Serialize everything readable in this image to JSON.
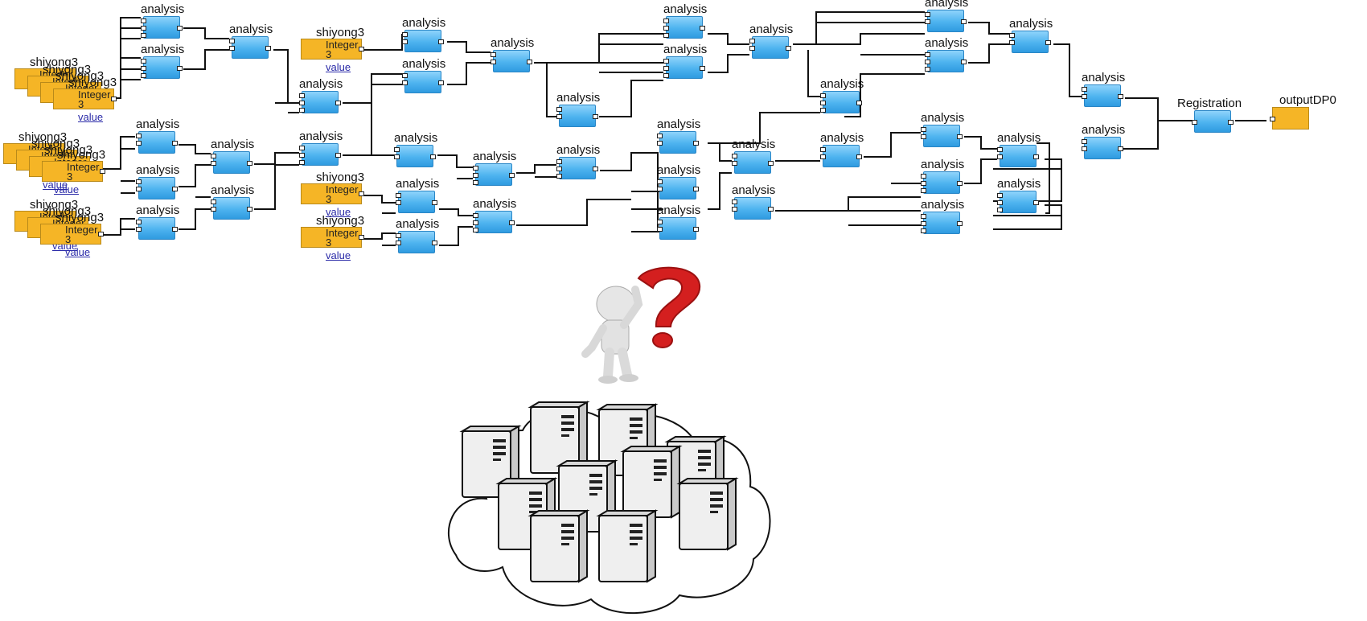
{
  "workflow": {
    "node_label": "analysis",
    "source_caption": "shiyong3",
    "source_type": "Integer",
    "source_value": "3",
    "source_link": "value",
    "registration_label": "Registration",
    "output_label": "outputDP0"
  },
  "colors": {
    "node_blue": "#4db3ef",
    "source_orange": "#f5b526",
    "question_mark_red": "#d41f1f",
    "wire": "#111111"
  },
  "icons": {
    "thinking_person": "person-scratching-head-icon",
    "question_mark": "question-mark-icon",
    "server_cloud": "server-cluster-cloud-icon"
  }
}
